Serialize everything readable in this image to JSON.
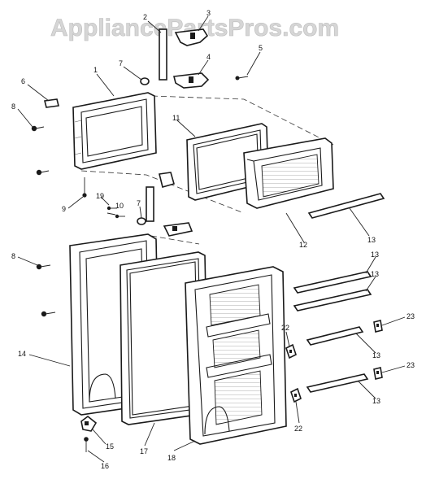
{
  "watermark": "AppliancePartsPros.com",
  "callouts": {
    "c1": "1",
    "c2": "2",
    "c3": "3",
    "c4": "4",
    "c5": "5",
    "c6": "6",
    "c7a": "7",
    "c7b": "7",
    "c8a": "8",
    "c8b": "8",
    "c9": "9",
    "c10": "10",
    "c11": "11",
    "c12": "12",
    "c13a": "13",
    "c13b": "13",
    "c13c": "13",
    "c13d": "13",
    "c13e": "13",
    "c14": "14",
    "c15": "15",
    "c16": "16",
    "c17": "17",
    "c18": "18",
    "c19": "19",
    "c22a": "22",
    "c22b": "22",
    "c23a": "23",
    "c23b": "23"
  }
}
